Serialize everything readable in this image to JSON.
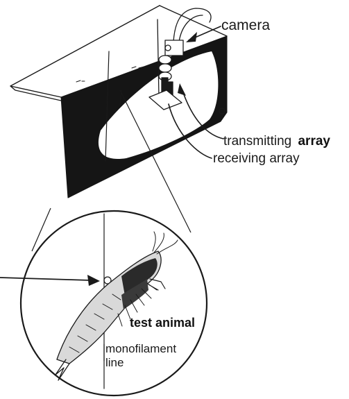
{
  "labels": {
    "camera": "camera",
    "transmitting_prefix": "transmitting",
    "transmitting_bold": "array",
    "receiving": "receiving array",
    "test_animal": "test animal",
    "monofilament_line1": "monofilament",
    "monofilament_line2": "line"
  },
  "colors": {
    "ink": "#1a1a1a",
    "tank_wall": "#151515",
    "paper": "#ffffff"
  }
}
